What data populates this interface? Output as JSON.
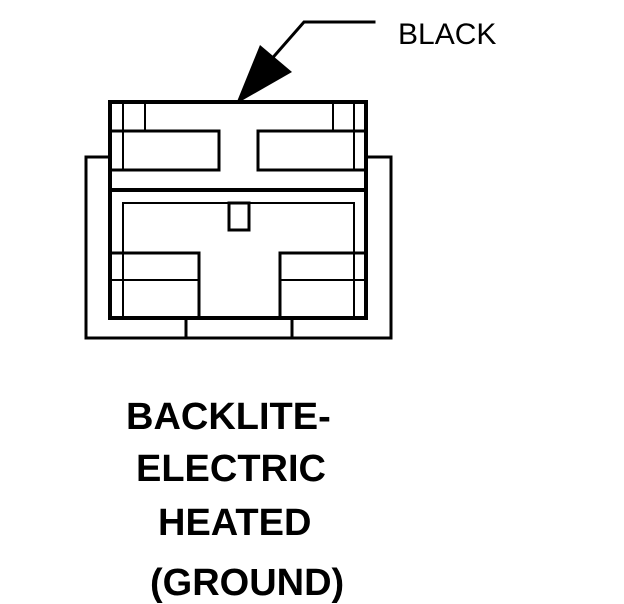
{
  "callout": {
    "label": "BLACK"
  },
  "caption": {
    "lines": [
      "BACKLITE-",
      "ELECTRIC",
      "HEATED",
      "(GROUND)"
    ]
  },
  "colors": {
    "line": "#000000",
    "background": "#ffffff"
  }
}
